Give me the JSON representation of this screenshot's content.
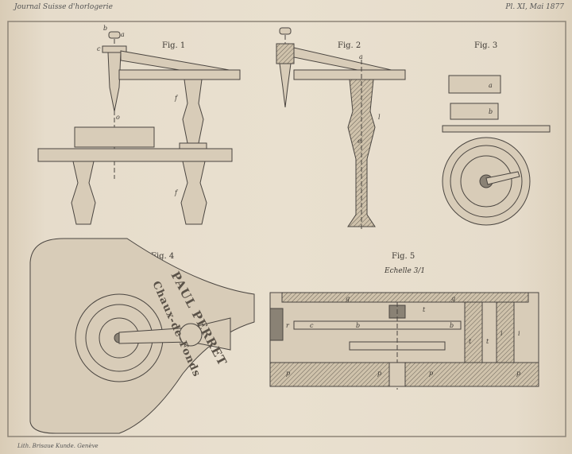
{
  "header": {
    "journal": "Journal Suisse d'horlogerie",
    "plate": "Pl. XI, Mai 1877"
  },
  "footer": {
    "printer": "Lith. Brisaue Kunde. Genève"
  },
  "figures": [
    {
      "label": "Fig. 1",
      "letters": [
        "b",
        "a",
        "c",
        "o",
        "f",
        "f"
      ]
    },
    {
      "label": "Fig. 2",
      "letters": [
        "a",
        "l",
        "e"
      ]
    },
    {
      "label": "Fig. 3",
      "letters": [
        "a",
        "b"
      ]
    },
    {
      "label": "Fig. 4",
      "stamp": [
        "PAUL PERRET",
        "Chaux-de-Fonds"
      ]
    },
    {
      "label": "Fig. 5",
      "scale": "Echelle 3/1",
      "letters": [
        "g",
        "g",
        "t",
        "b",
        "b",
        "r",
        "c",
        "p",
        "p",
        "p",
        "p",
        "t",
        "t",
        "i",
        "i"
      ]
    }
  ]
}
